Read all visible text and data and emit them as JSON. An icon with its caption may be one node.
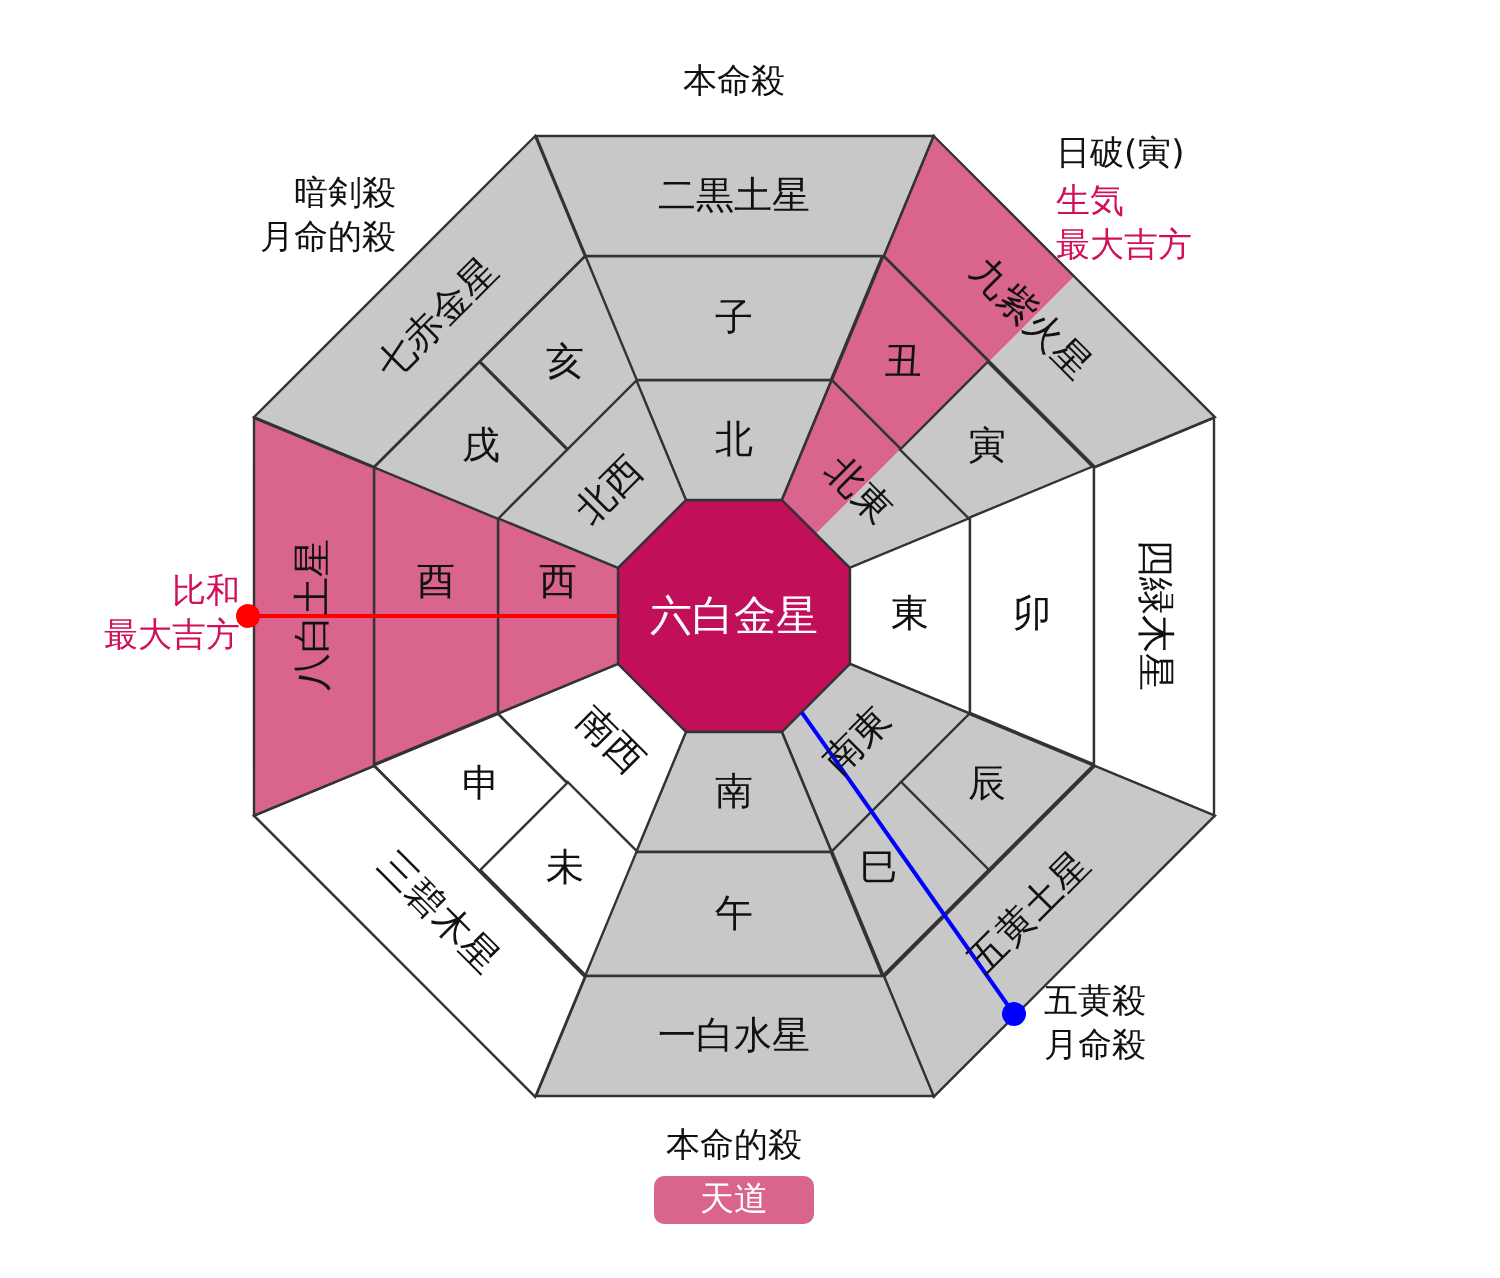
{
  "diagram": {
    "nodes": [
      {
        "text": [
          "六白金星"
        ]
      },
      {
        "text": [
          "北"
        ]
      },
      {
        "text": [
          "北東"
        ]
      },
      {
        "text": [
          "東"
        ]
      },
      {
        "text": [
          "南東"
        ]
      },
      {
        "text": [
          "南"
        ]
      },
      {
        "text": [
          "南西"
        ]
      },
      {
        "text": [
          "西"
        ]
      },
      {
        "text": [
          "北西"
        ]
      },
      {
        "text": [
          "子"
        ]
      },
      {
        "text": [
          "丑"
        ]
      },
      {
        "text": [
          "寅"
        ]
      },
      {
        "text": [
          "卯"
        ]
      },
      {
        "text": [
          "辰"
        ]
      },
      {
        "text": [
          "巳"
        ]
      },
      {
        "text": [
          "午"
        ]
      },
      {
        "text": [
          "未"
        ]
      },
      {
        "text": [
          "申"
        ]
      },
      {
        "text": [
          "酉"
        ]
      },
      {
        "text": [
          "戌"
        ]
      },
      {
        "text": [
          "亥"
        ]
      },
      {
        "text": [
          "二黒土星"
        ]
      },
      {
        "text": [
          "九紫火星"
        ]
      },
      {
        "text": [
          "四緑木星"
        ]
      },
      {
        "text": [
          "五黄土星"
        ]
      },
      {
        "text": [
          "一白水星"
        ]
      },
      {
        "text": [
          "三碧木星"
        ]
      },
      {
        "text": [
          "八白土星"
        ]
      },
      {
        "text": [
          "七赤金星"
        ]
      },
      {
        "text": [
          "比和最大吉方"
        ]
      },
      {
        "text": [
          "五黄殺月命殺"
        ]
      },
      {
        "text": [
          "天道"
        ]
      }
    ],
    "edges": [
      {
        "from": 29,
        "to": 0,
        "arrow": "other",
        "color": "#ff0000"
      },
      {
        "from": 30,
        "to": 0,
        "arrow": "other",
        "color": "#0000ff"
      }
    ],
    "labels": [
      "本命殺",
      "暗剣殺月命的殺",
      "日破(寅)",
      "生気最大吉方",
      "本命的殺"
    ]
  }
}
